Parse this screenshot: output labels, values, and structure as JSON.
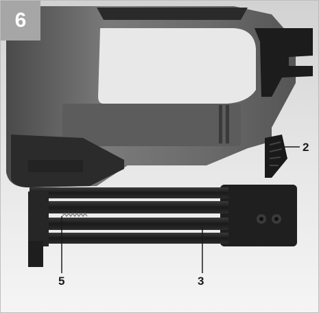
{
  "figure": {
    "step_number": "6",
    "callouts": [
      {
        "id": "2",
        "label": "2"
      },
      {
        "id": "5",
        "label": "5"
      },
      {
        "id": "3",
        "label": "3"
      }
    ],
    "colors": {
      "badge": "#a6a6a6",
      "tool_body": "#6e6e6e",
      "tool_dark": "#1e1e1e",
      "background": "#ffffff"
    }
  }
}
